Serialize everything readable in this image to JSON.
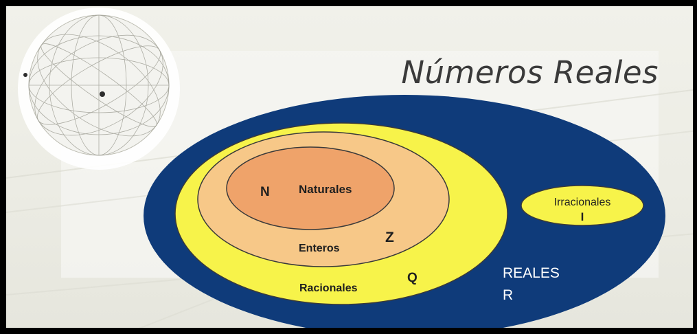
{
  "title": "Números Reales",
  "sets": {
    "naturales": {
      "symbol": "N",
      "label": "Naturales",
      "color": "#efa36a"
    },
    "enteros": {
      "symbol": "Z",
      "label": "Enteros",
      "color": "#f7c888"
    },
    "racionales": {
      "symbol": "Q",
      "label": "Racionales",
      "color": "#f7f34a"
    },
    "irracionales": {
      "symbol": "I",
      "label": "Irracionales",
      "color": "#f7f34a"
    },
    "reales": {
      "symbol": "R",
      "label": "REALES",
      "color": "#0f3b7a"
    }
  },
  "colors": {
    "outline": "#3a3a3a",
    "text_dark": "#1f1f1f",
    "text_light": "#ffffff"
  }
}
